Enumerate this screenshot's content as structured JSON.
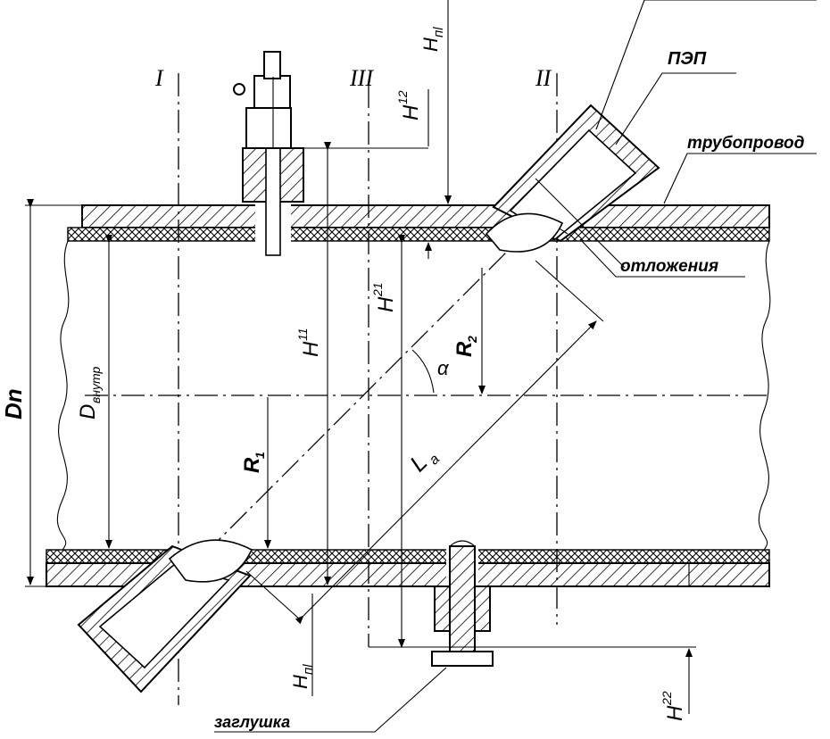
{
  "labels": {
    "pep": "ПЭП",
    "pipeline": "трубопровод",
    "deposits": "отложения",
    "plug": "заглушка",
    "dn": "Dn",
    "d_inner_main": "D",
    "d_inner_sub": "внутр",
    "r1_main": "R",
    "r1_sub": "1",
    "r2_main": "R",
    "r2_sub": "2",
    "la_main": "L",
    "la_sub": "a",
    "alpha": "α",
    "h11_main": "H",
    "h11_sup": "11",
    "h12_main": "H",
    "h12_sup": "12",
    "h21_main": "H",
    "h21_sup": "21",
    "h22_main": "H",
    "h22_sup": "22",
    "hpl_top": "H",
    "hpl_top_sub": "пl",
    "hpl_bottom": "H",
    "hpl_bottom_sub": "пl",
    "section_i": "I",
    "section_ii": "II",
    "section_iii": "III"
  }
}
